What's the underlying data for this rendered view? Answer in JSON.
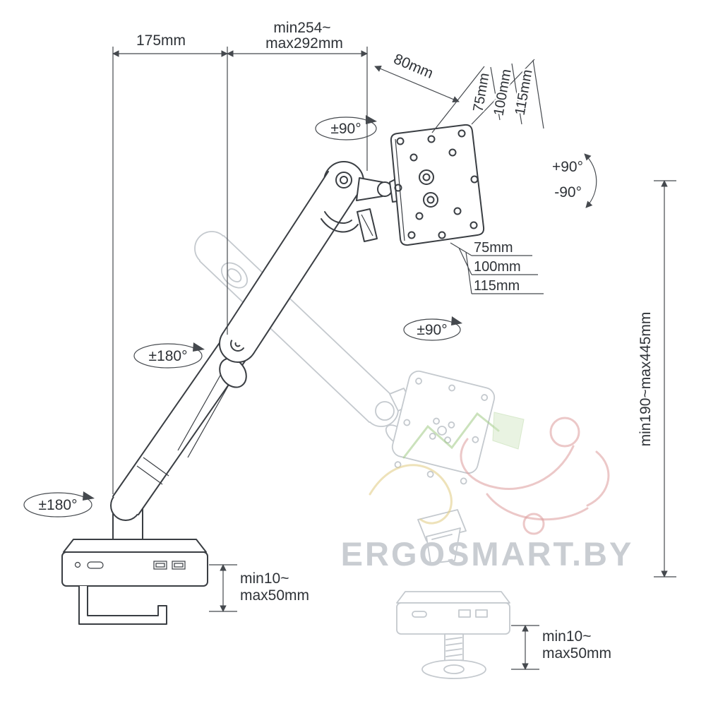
{
  "watermark": {
    "text": "ERGOSMART.BY"
  },
  "colors": {
    "line": "#3a3e43",
    "ghost": "#c4c9ce",
    "dimension": "#45494e",
    "watermark": "#c9cdd2",
    "logo_red": "#dd9b9b",
    "logo_green": "#a9cf90",
    "logo_yellow": "#e3cf8b"
  },
  "dimensions": {
    "arm_reach": "175mm",
    "extension_line1": "min254~",
    "extension_line2": "max292mm",
    "head_depth": "80mm",
    "vesa_top": {
      "d75": "75mm",
      "d100": "100mm",
      "d115": "115mm"
    },
    "vesa_side": {
      "d75": "75mm",
      "d100": "100mm",
      "d115": "115mm"
    },
    "height_range": "min190~max445mm",
    "clamp": {
      "line1": "min10~",
      "line2": "max50mm"
    },
    "grommet": {
      "line1": "min10~",
      "line2": "max50mm"
    }
  },
  "angles": {
    "head_swivel": "±90°",
    "vesa_rotate": "±90°",
    "arm_rotate": "±180°",
    "base_rotate": "±180°",
    "tilt_up": "+90°",
    "tilt_down": "-90°"
  }
}
